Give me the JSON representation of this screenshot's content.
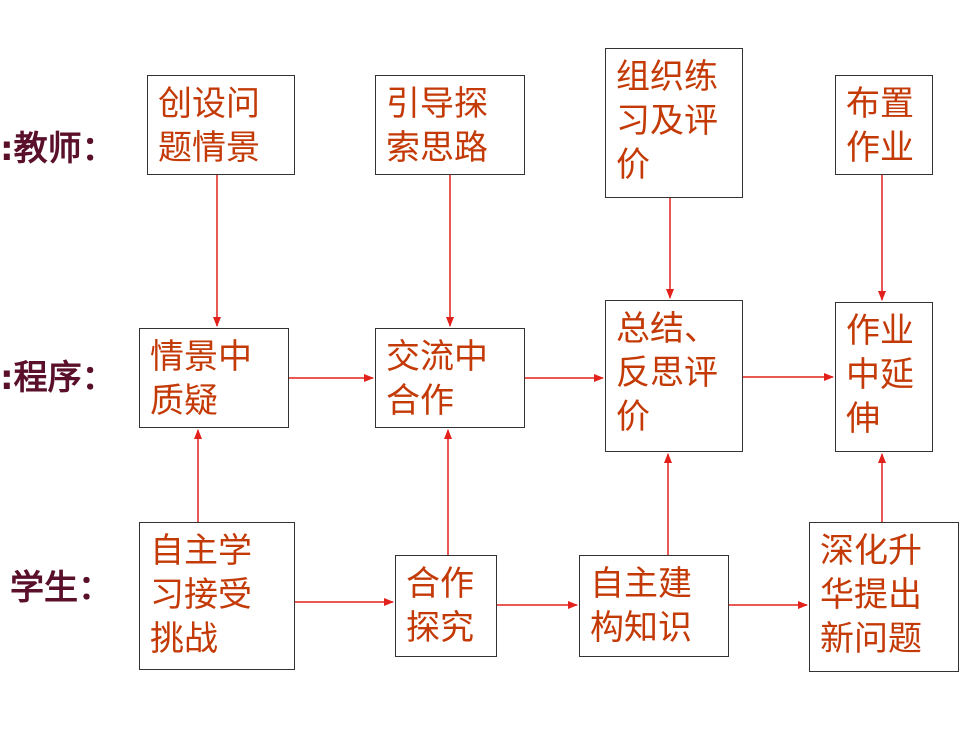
{
  "row_labels": {
    "teacher": ":教师：",
    "process": ":程序：",
    "student": "学生："
  },
  "boxes": {
    "t1": "创设问\n题情景",
    "t2": "引导探\n索思路",
    "t3": "组织练\n习及评\n价",
    "t4": "布置\n作业",
    "p1": "情景中\n质疑",
    "p2": "交流中\n合作",
    "p3": "总结、\n反思评\n价",
    "p4": "作业\n中延\n伸",
    "s1": "自主学\n习接受\n挑战",
    "s2": "合作\n探究",
    "s3": "自主建\n构知识",
    "s4": "深化升\n华提出\n新问题"
  },
  "colors": {
    "arrow": "#e3211c",
    "box_text": "#c33a07",
    "label_text": "#5a0f2a",
    "border": "#333333"
  }
}
